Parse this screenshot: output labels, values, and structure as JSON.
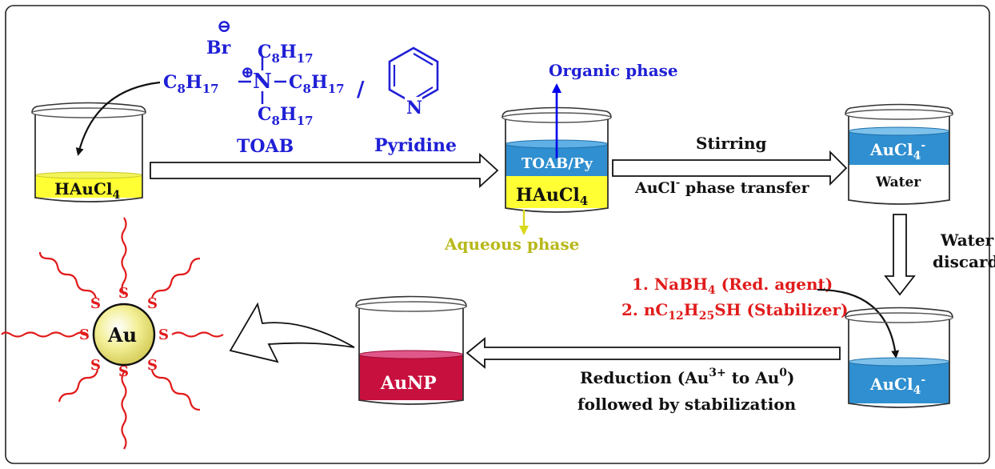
{
  "colors": {
    "blue_text": "#1f1fd6",
    "red_text": "#e11b1b",
    "yellow_solution": "#ffff33",
    "blue_solution": "#2f8fd0",
    "red_solution": "#c8103e",
    "organic_arrow": "#0000ee",
    "aqueous_text": "#b8b81a",
    "gold_particle": "#f2ef8a"
  },
  "reagents": {
    "bromide": "Br",
    "negative_charge": "⊖",
    "positive_charge": "⊕",
    "nitrogen": "N",
    "chain_top": "C8H17",
    "chain_left": "C8H17",
    "chain_right": "C8H17",
    "chain_bottom": "C8H17",
    "separator": "/",
    "pyridine_atom": "N",
    "toab_label": "TOAB",
    "pyridine_label": "Pyridine"
  },
  "beakers": {
    "haucl4": "HAuCl",
    "haucl4_sub": "4",
    "toab_py": "TOAB/Py",
    "haucl4_biphase": "HAuCl",
    "haucl4_biphase_sub": "4",
    "aucl4_organic": "AuCl",
    "aucl4_organic_sup": "-",
    "water_label": "Water",
    "aucl4_after": "AuCl",
    "aucl4_after_sup": "-",
    "aunp": "AuNP"
  },
  "phases": {
    "organic": "Organic phase",
    "aqueous": "Aqueous phase"
  },
  "steps": {
    "stirring": "Stirring",
    "transfer_main": "AuCl",
    "transfer_sup": "-",
    "transfer_rest": " phase transfer",
    "discard_line1": "Water",
    "discard_line2": "discard",
    "reagent1_a": "1. NaBH",
    "reagent1_sub": "4",
    "reagent1_b": " (Red. agent)",
    "reagent2_a": "2. nC",
    "reagent2_sub1": "12",
    "reagent2_mid": "H",
    "reagent2_sub2": "25",
    "reagent2_b": "SH (Stabilizer)",
    "reduction_a": "Reduction (Au",
    "reduction_sup1": "3+",
    "reduction_mid": " to Au",
    "reduction_sup2": "0",
    "reduction_b": ")",
    "reduction_line2": "followed by stabilization"
  },
  "nanoparticle": {
    "core": "Au",
    "ligand_atom": "S"
  }
}
